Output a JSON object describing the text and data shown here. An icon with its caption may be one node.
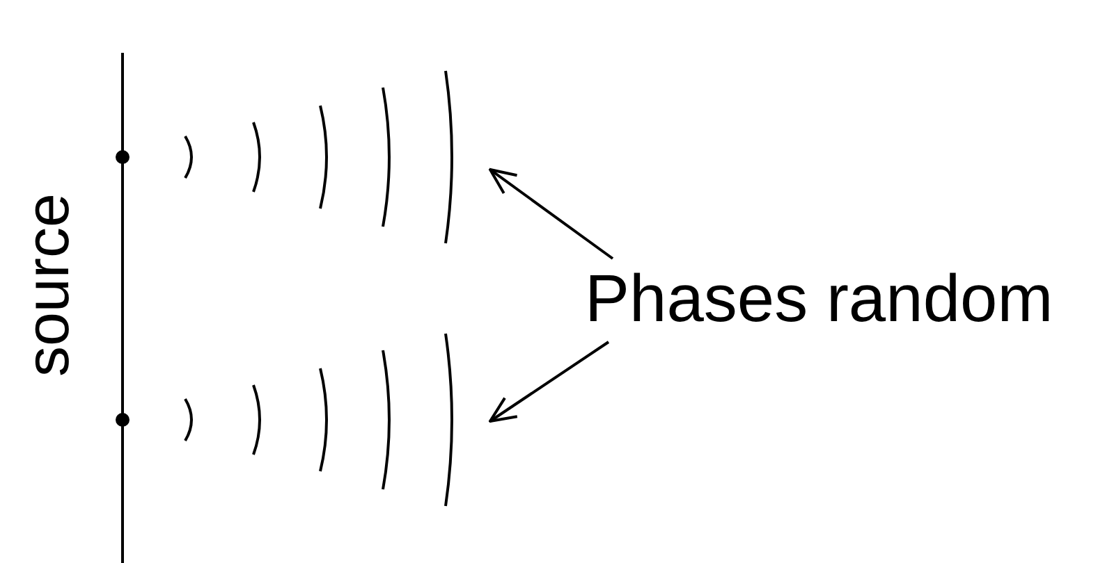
{
  "diagram": {
    "nodes": [
      {
        "text": [],
        "shape": "arc"
      },
      {
        "text": [
          "Phases random"
        ]
      },
      {
        "text": [],
        "shape": "arc"
      }
    ],
    "edges": [
      {
        "from": 1,
        "to": 0,
        "arrow": "to"
      },
      {
        "from": 1,
        "to": 2,
        "arrow": "to"
      }
    ],
    "labels": [
      "source"
    ]
  }
}
